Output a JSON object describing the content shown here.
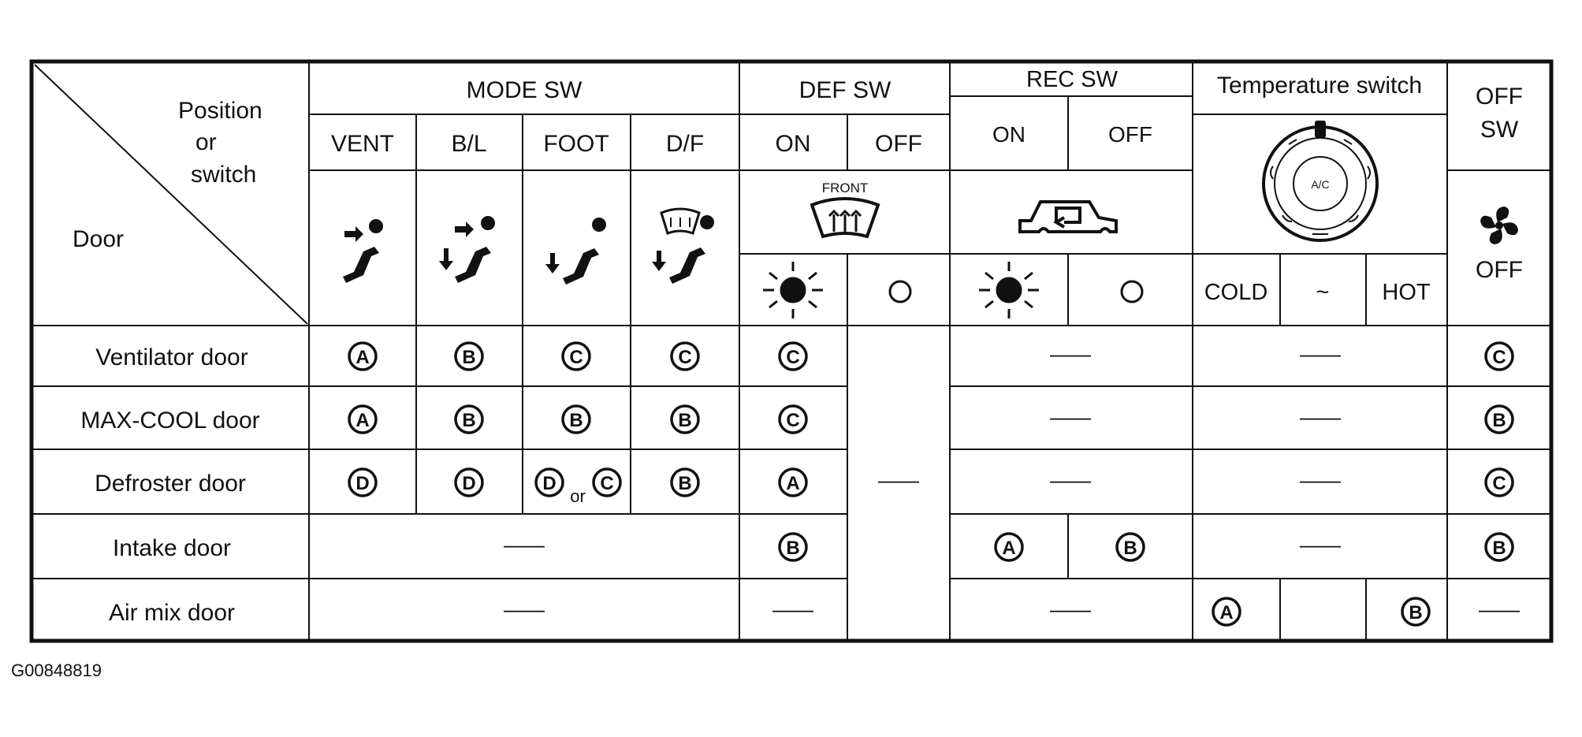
{
  "corner": {
    "position_line1": "Position",
    "position_line2": "or",
    "position_line3": "switch",
    "door": "Door"
  },
  "groups": {
    "mode": "MODE SW",
    "def": "DEF SW",
    "rec": "REC SW",
    "temp": "Temperature switch",
    "off_line1": "OFF",
    "off_line2": "SW",
    "off_below": "OFF"
  },
  "subheaders": {
    "vent": "VENT",
    "bl": "B/L",
    "foot": "FOOT",
    "df": "D/F",
    "def_on": "ON",
    "def_off": "OFF",
    "rec_on": "ON",
    "rec_off": "OFF",
    "cold": "COLD",
    "mid": "~",
    "hot": "HOT"
  },
  "icons": {
    "front_label": "FRONT",
    "dial_label": "A/C"
  },
  "dash": "——",
  "rows": [
    {
      "label": "Ventilator door",
      "vent": "A",
      "bl": "B",
      "foot": "C",
      "df": "C",
      "def_on": "C",
      "off": "C"
    },
    {
      "label": "MAX-COOL door",
      "vent": "A",
      "bl": "B",
      "foot": "B",
      "df": "B",
      "def_on": "C",
      "off": "B"
    },
    {
      "label": "Defroster door",
      "vent": "D",
      "bl": "D",
      "foot_a": "D",
      "foot_or": "or",
      "foot_b": "C",
      "df": "B",
      "def_on": "A",
      "off": "C"
    },
    {
      "label": "Intake door",
      "def_on": "B",
      "rec_on": "A",
      "rec_off": "B",
      "off": "B"
    },
    {
      "label": "Air mix door",
      "cold": "A",
      "hot": "B"
    }
  ],
  "reference": "G00848819"
}
